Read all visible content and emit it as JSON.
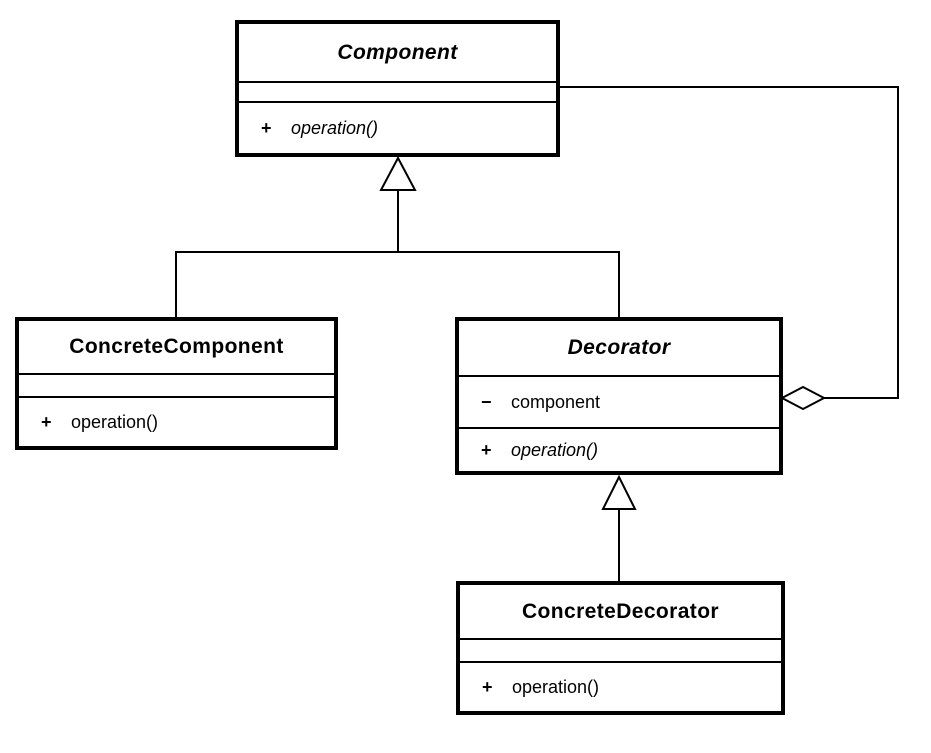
{
  "colors": {
    "stroke": "#000000",
    "fill": "#ffffff"
  },
  "classes": [
    {
      "id": "component",
      "name": "Component",
      "abstract": true,
      "attributes": [],
      "methods": [
        {
          "vis": "+",
          "sig": "operation()",
          "abstract": true
        }
      ]
    },
    {
      "id": "concrete-component",
      "name": "ConcreteComponent",
      "abstract": false,
      "attributes": [],
      "methods": [
        {
          "vis": "+",
          "sig": "operation()",
          "abstract": false
        }
      ]
    },
    {
      "id": "decorator",
      "name": "Decorator",
      "abstract": true,
      "attributes": [
        {
          "vis": "−",
          "name": "component"
        }
      ],
      "methods": [
        {
          "vis": "+",
          "sig": "operation()",
          "abstract": true
        }
      ]
    },
    {
      "id": "concrete-decorator",
      "name": "ConcreteDecorator",
      "abstract": false,
      "attributes": [],
      "methods": [
        {
          "vis": "+",
          "sig": "operation()",
          "abstract": false
        }
      ]
    }
  ],
  "relationships": [
    {
      "type": "generalization",
      "from": "ConcreteComponent",
      "to": "Component"
    },
    {
      "type": "generalization",
      "from": "Decorator",
      "to": "Component"
    },
    {
      "type": "generalization",
      "from": "ConcreteDecorator",
      "to": "Decorator"
    },
    {
      "type": "aggregation",
      "owner": "Decorator",
      "part": "Component"
    }
  ]
}
